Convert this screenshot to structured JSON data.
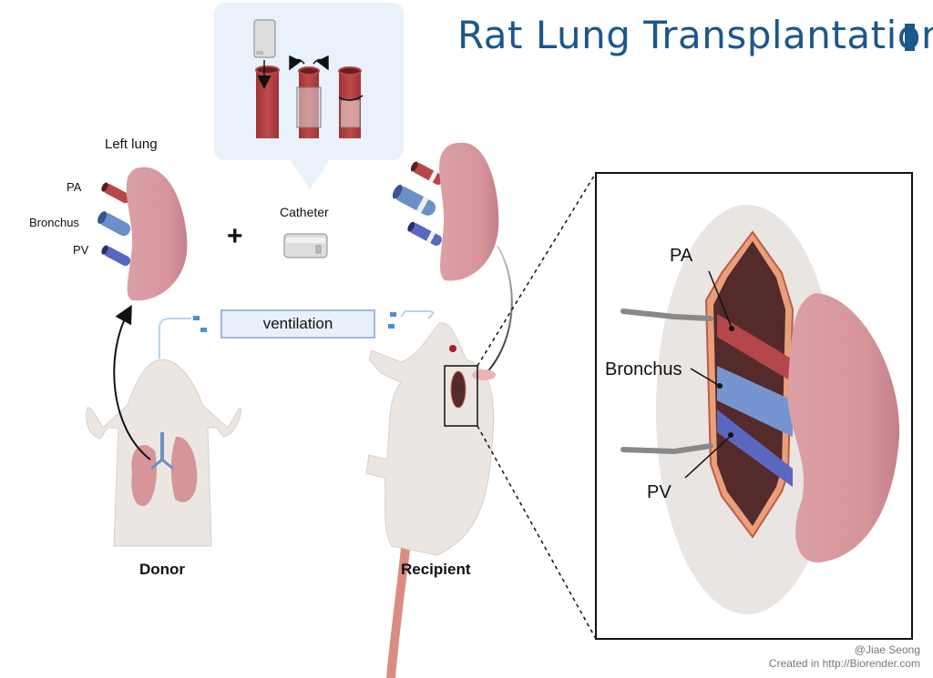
{
  "title": "Rat Lung Transplantation",
  "left_lung": {
    "heading": "Left lung",
    "labels": {
      "pa": "PA",
      "bronchus": "Bronchus",
      "pv": "PV"
    }
  },
  "plus_symbol": "+",
  "catheter": {
    "label": "Catheter"
  },
  "ventilation": {
    "label": "ventilation"
  },
  "donor": {
    "label": "Donor"
  },
  "recipient": {
    "label": "Recipient"
  },
  "inset": {
    "labels": {
      "pa": "PA",
      "bronchus": "Bronchus",
      "pv": "PV"
    }
  },
  "credits": {
    "author": "@Jiae Seong",
    "source": "Created in http://Biorender.com"
  },
  "colors": {
    "title": "#1b578c",
    "pa": "#b5474a",
    "bronchus": "#6b8fc9",
    "pv": "#5a67c0",
    "lung": "#d6949b",
    "bubble": "#e9f1fb",
    "cavity": "#542a2b"
  }
}
